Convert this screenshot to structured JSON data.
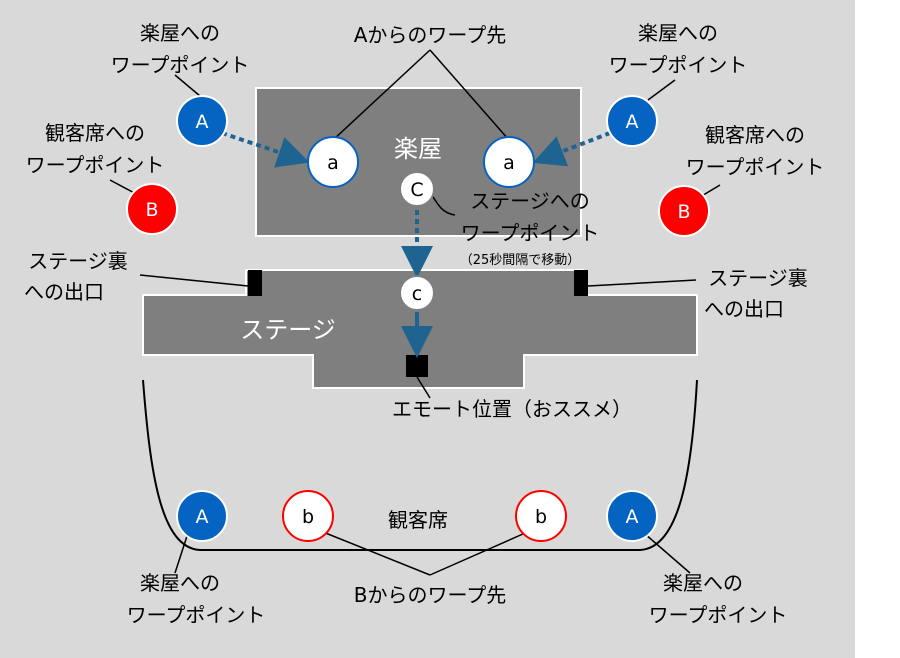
{
  "colors": {
    "background_panel": "#d9d9d9",
    "area_gray": "#7f7f7f",
    "warp_blue": "#0563c1",
    "warp_red": "#ff0000",
    "arrow_blue": "#1f6391",
    "marker_black": "#000000"
  },
  "areas": {
    "gakuya": "楽屋",
    "stage": "ステージ",
    "audience": "観客席"
  },
  "markers": {
    "A": "A",
    "B": "B",
    "C": "C",
    "a": "a",
    "b": "b",
    "c": "c"
  },
  "labels": {
    "to_gakuya_tl_1": "楽屋への",
    "to_gakuya_tl_2": "ワープポイント",
    "to_gakuya_tr_1": "楽屋への",
    "to_gakuya_tr_2": "ワープポイント",
    "to_audience_l_1": "観客席への",
    "to_audience_l_2": "ワープポイント",
    "to_audience_r_1": "観客席への",
    "to_audience_r_2": "ワープポイント",
    "dest_from_A": "Aからのワープ先",
    "to_stage_1": "ステージへの",
    "to_stage_2": "ワープポイント",
    "to_stage_note": "（25秒間隔で移動）",
    "backstage_l_1": "ステージ裏",
    "backstage_l_2": "への出口",
    "backstage_r_1": "ステージ裏",
    "backstage_r_2": "への出口",
    "emote": "エモート位置（おススメ）",
    "to_gakuya_bl_1": "楽屋への",
    "to_gakuya_bl_2": "ワープポイント",
    "to_gakuya_br_1": "楽屋への",
    "to_gakuya_br_2": "ワープポイント",
    "dest_from_B": "Bからのワープ先"
  }
}
